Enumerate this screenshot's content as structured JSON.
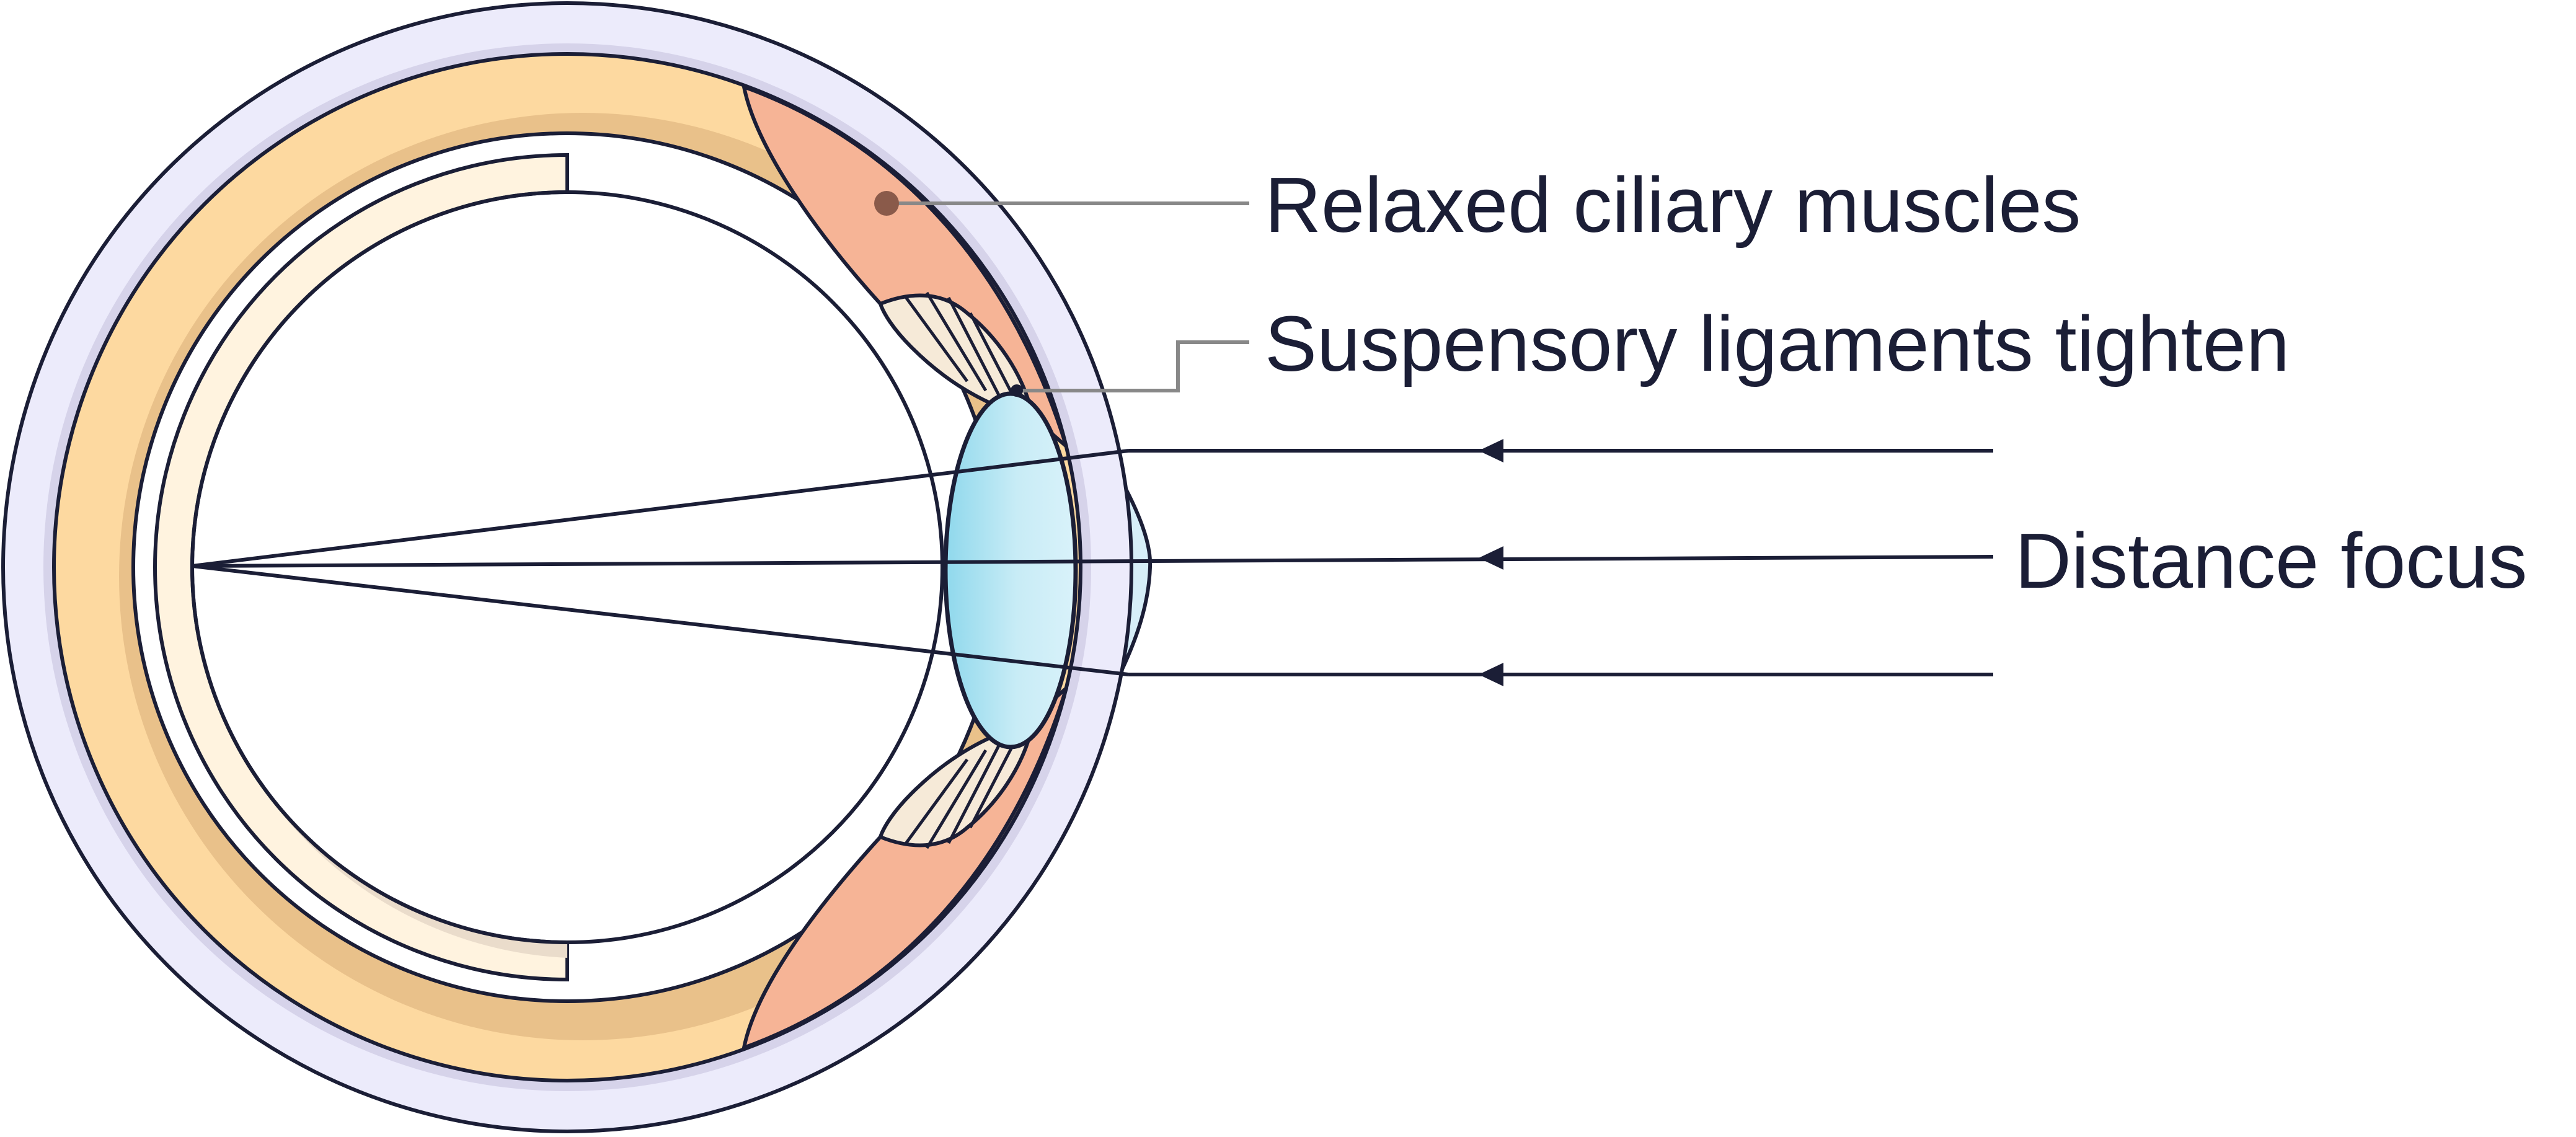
{
  "labels": {
    "ciliary": "Relaxed ciliary muscles",
    "ligaments": "Suspensory ligaments tighten",
    "distance": "Distance focus"
  },
  "colors": {
    "outline": "#1b1e36",
    "sclera": "#ecebfb",
    "sclera_shade": "#d6d3ea",
    "choroid": "#fdd9a0",
    "choroid_shade": "#e9c18a",
    "retina": "#fff3df",
    "retina_shade": "#eadccb",
    "cornea": "#d6eef8",
    "lens": "#c8ecf6",
    "lens_dark": "#8fd8ec",
    "muscle": "#f6b496",
    "ligament": "#f6ead8",
    "leader": "#888888",
    "marker": "#8a5a4a"
  },
  "icons": {
    "arrow": "arrowhead-left-icon",
    "marker": "dot-marker-icon"
  }
}
